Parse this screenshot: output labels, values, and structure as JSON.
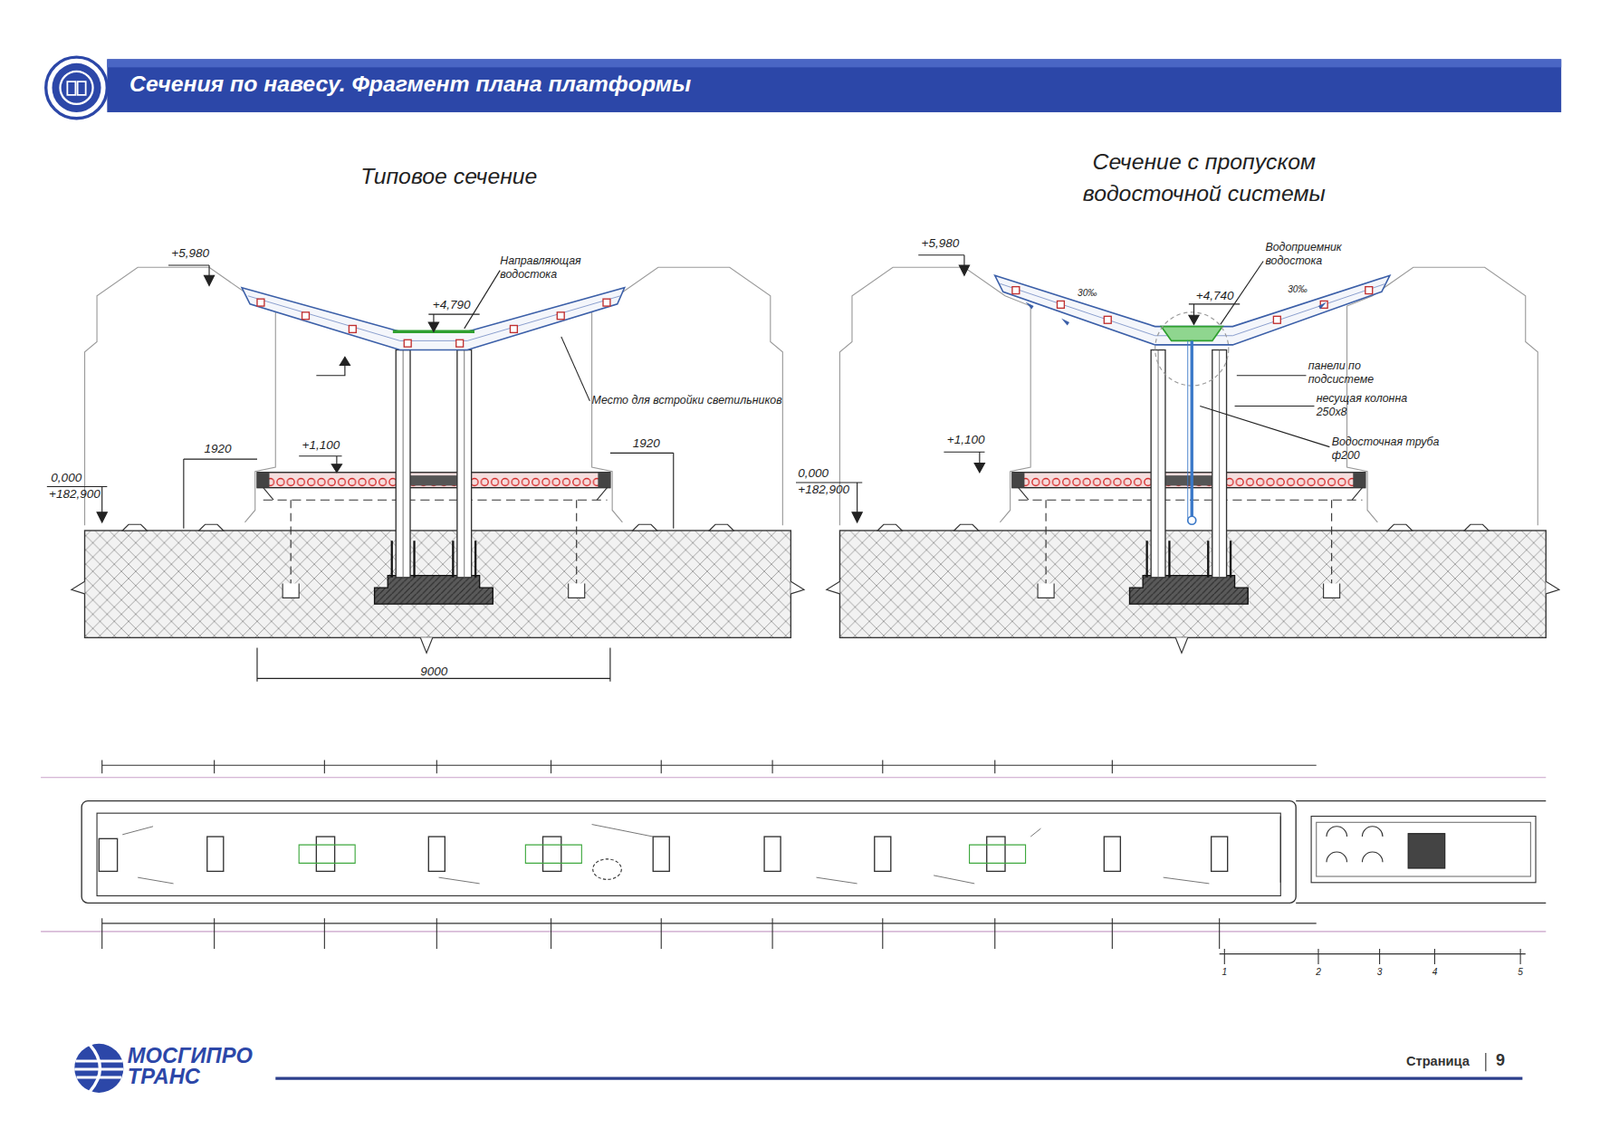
{
  "diagram": {
    "title": "Сечения по навесу. Фрагмент плана платформы",
    "labels": [
      "Типовое сечение",
      "Сечение с пропуском водосточной системы",
      "+5,980",
      "Направляющая водостока",
      "+4,790",
      "Место для встройки светильников",
      "1920",
      "1920",
      "+1,100",
      "0,000",
      "+182,900",
      "9000",
      "+5,980",
      "30‰",
      "Водоприемник водостока",
      "+4,740",
      "30‰",
      "панели по подсистеме",
      "несущая колонна 250х8",
      "+1,100",
      "0,000",
      "+182,900",
      "Водосточная труба ф200",
      "1",
      "2",
      "3",
      "4",
      "5",
      "МОСГИПРО ТРАНС",
      "Страница",
      "9"
    ]
  }
}
